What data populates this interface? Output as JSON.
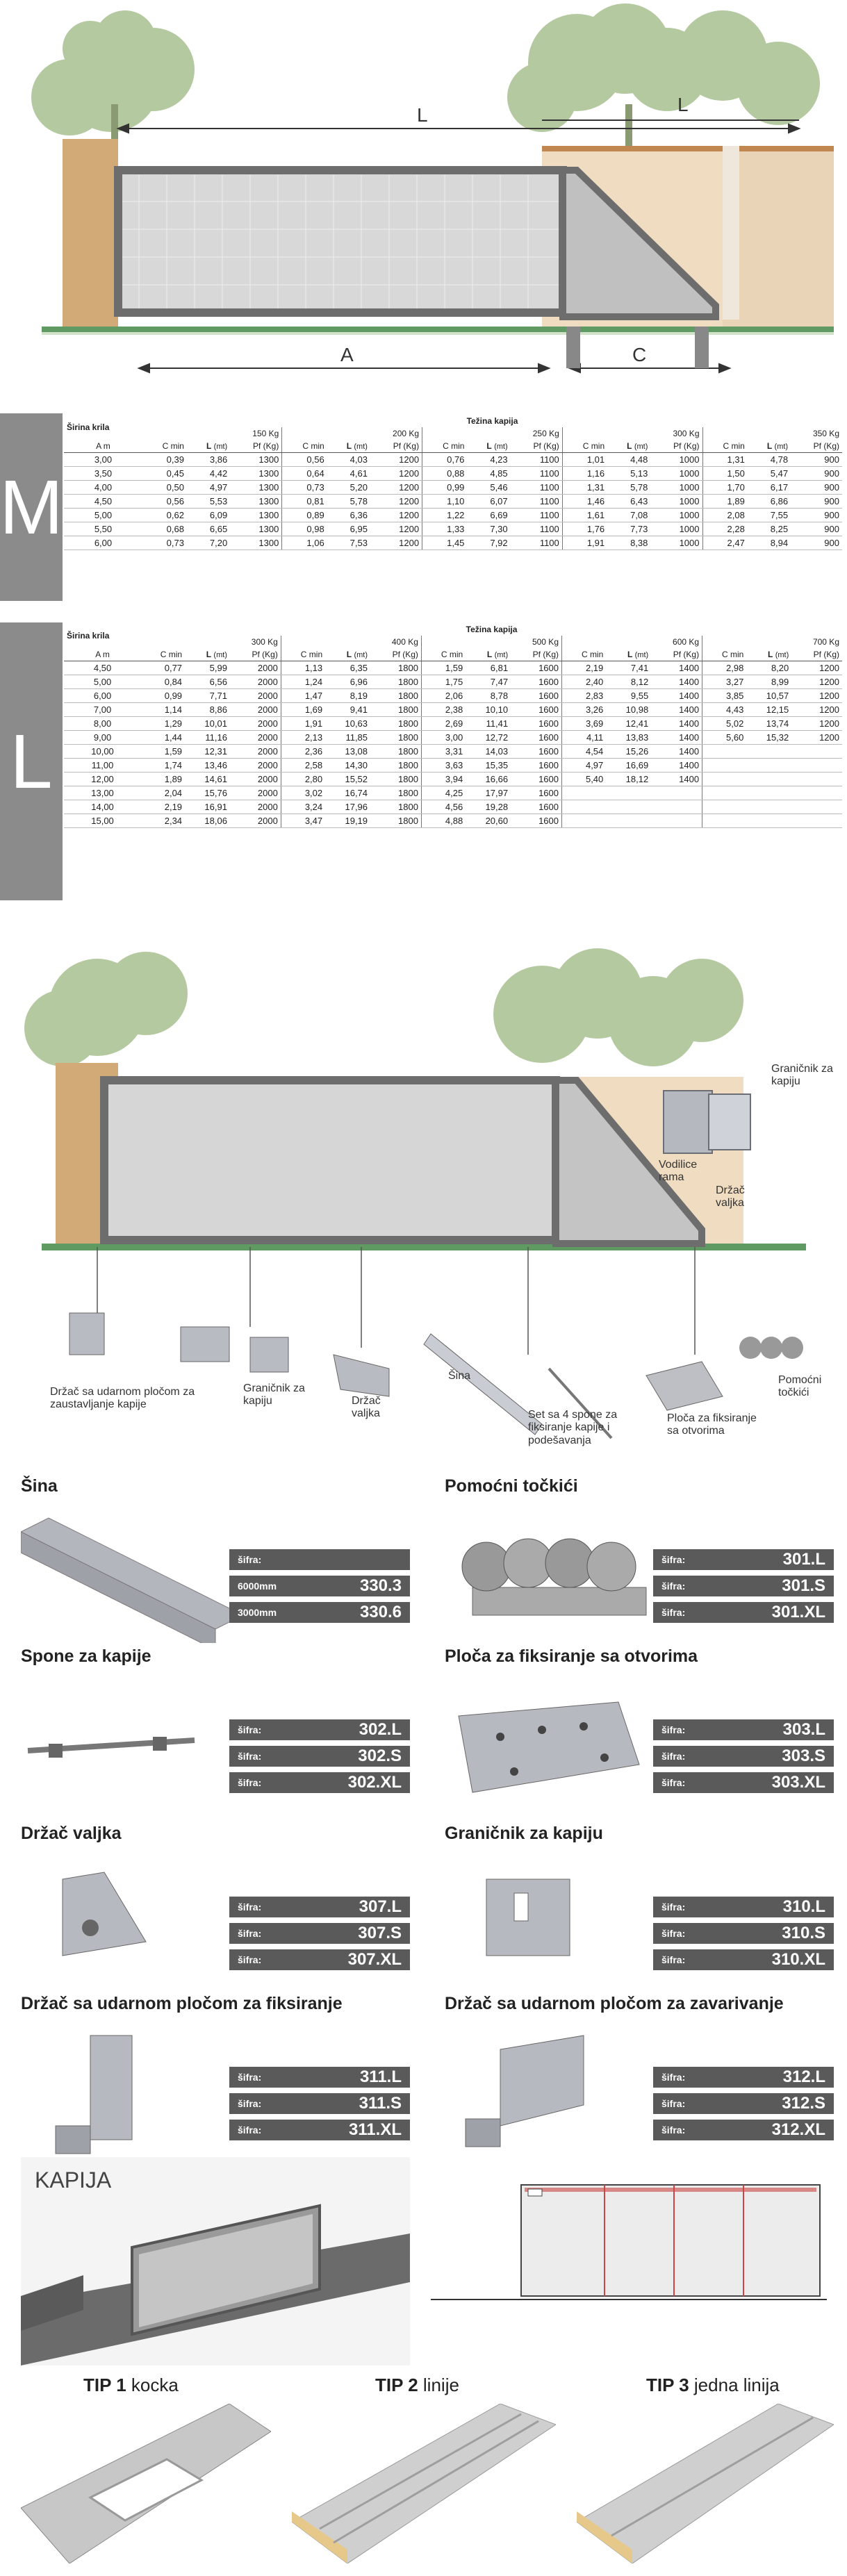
{
  "diagram_top": {
    "label_L1": "L",
    "label_L2": "L",
    "label_A": "A",
    "label_C": "C"
  },
  "table_M": {
    "size": "M",
    "col_first": "Širina krila",
    "group_title": "Težina kapija",
    "weights": [
      "150 Kg",
      "200 Kg",
      "250 Kg",
      "300 Kg",
      "350 Kg"
    ],
    "sub": {
      "am": "A m",
      "c": "C min",
      "l": "L",
      "l_unit": "(mt)",
      "pf": "Pf (Kg)"
    },
    "rows": [
      [
        "3,00",
        "0,39",
        "3,86",
        "1300",
        "0,56",
        "4,03",
        "1200",
        "0,76",
        "4,23",
        "1100",
        "1,01",
        "4,48",
        "1000",
        "1,31",
        "4,78",
        "900"
      ],
      [
        "3,50",
        "0,45",
        "4,42",
        "1300",
        "0,64",
        "4,61",
        "1200",
        "0,88",
        "4,85",
        "1100",
        "1,16",
        "5,13",
        "1000",
        "1,50",
        "5,47",
        "900"
      ],
      [
        "4,00",
        "0,50",
        "4,97",
        "1300",
        "0,73",
        "5,20",
        "1200",
        "0,99",
        "5,46",
        "1100",
        "1,31",
        "5,78",
        "1000",
        "1,70",
        "6,17",
        "900"
      ],
      [
        "4,50",
        "0,56",
        "5,53",
        "1300",
        "0,81",
        "5,78",
        "1200",
        "1,10",
        "6,07",
        "1100",
        "1,46",
        "6,43",
        "1000",
        "1,89",
        "6,86",
        "900"
      ],
      [
        "5,00",
        "0,62",
        "6,09",
        "1300",
        "0,89",
        "6,36",
        "1200",
        "1,22",
        "6,69",
        "1100",
        "1,61",
        "7,08",
        "1000",
        "2,08",
        "7,55",
        "900"
      ],
      [
        "5,50",
        "0,68",
        "6,65",
        "1300",
        "0,98",
        "6,95",
        "1200",
        "1,33",
        "7,30",
        "1100",
        "1,76",
        "7,73",
        "1000",
        "2,28",
        "8,25",
        "900"
      ],
      [
        "6,00",
        "0,73",
        "7,20",
        "1300",
        "1,06",
        "7,53",
        "1200",
        "1,45",
        "7,92",
        "1100",
        "1,91",
        "8,38",
        "1000",
        "2,47",
        "8,94",
        "900"
      ]
    ]
  },
  "table_L": {
    "size": "L",
    "col_first": "Širina krila",
    "group_title": "Težina kapija",
    "weights": [
      "300 Kg",
      "400 Kg",
      "500 Kg",
      "600 Kg",
      "700 Kg"
    ],
    "sub": {
      "am": "A m",
      "c": "C min",
      "l": "L",
      "l_unit": "(mt)",
      "pf": "Pf (Kg)"
    },
    "rows": [
      [
        "4,50",
        "0,77",
        "5,99",
        "2000",
        "1,13",
        "6,35",
        "1800",
        "1,59",
        "6,81",
        "1600",
        "2,19",
        "7,41",
        "1400",
        "2,98",
        "8,20",
        "1200"
      ],
      [
        "5,00",
        "0,84",
        "6,56",
        "2000",
        "1,24",
        "6,96",
        "1800",
        "1,75",
        "7,47",
        "1600",
        "2,40",
        "8,12",
        "1400",
        "3,27",
        "8,99",
        "1200"
      ],
      [
        "6,00",
        "0,99",
        "7,71",
        "2000",
        "1,47",
        "8,19",
        "1800",
        "2,06",
        "8,78",
        "1600",
        "2,83",
        "9,55",
        "1400",
        "3,85",
        "10,57",
        "1200"
      ],
      [
        "7,00",
        "1,14",
        "8,86",
        "2000",
        "1,69",
        "9,41",
        "1800",
        "2,38",
        "10,10",
        "1600",
        "3,26",
        "10,98",
        "1400",
        "4,43",
        "12,15",
        "1200"
      ],
      [
        "8,00",
        "1,29",
        "10,01",
        "2000",
        "1,91",
        "10,63",
        "1800",
        "2,69",
        "11,41",
        "1600",
        "3,69",
        "12,41",
        "1400",
        "5,02",
        "13,74",
        "1200"
      ],
      [
        "9,00",
        "1,44",
        "11,16",
        "2000",
        "2,13",
        "11,85",
        "1800",
        "3,00",
        "12,72",
        "1600",
        "4,11",
        "13,83",
        "1400",
        "5,60",
        "15,32",
        "1200"
      ],
      [
        "10,00",
        "1,59",
        "12,31",
        "2000",
        "2,36",
        "13,08",
        "1800",
        "3,31",
        "14,03",
        "1600",
        "4,54",
        "15,26",
        "1400",
        "",
        "",
        ""
      ],
      [
        "11,00",
        "1,74",
        "13,46",
        "2000",
        "2,58",
        "14,30",
        "1800",
        "3,63",
        "15,35",
        "1600",
        "4,97",
        "16,69",
        "1400",
        "",
        "",
        ""
      ],
      [
        "12,00",
        "1,89",
        "14,61",
        "2000",
        "2,80",
        "15,52",
        "1800",
        "3,94",
        "16,66",
        "1600",
        "5,40",
        "18,12",
        "1400",
        "",
        "",
        ""
      ],
      [
        "13,00",
        "2,04",
        "15,76",
        "2000",
        "3,02",
        "16,74",
        "1800",
        "4,25",
        "17,97",
        "1600",
        "",
        "",
        "",
        "",
        "",
        ""
      ],
      [
        "14,00",
        "2,19",
        "16,91",
        "2000",
        "3,24",
        "17,96",
        "1800",
        "4,56",
        "19,28",
        "1600",
        "",
        "",
        "",
        "",
        "",
        ""
      ],
      [
        "15,00",
        "2,34",
        "18,06",
        "2000",
        "3,47",
        "19,19",
        "1800",
        "4,88",
        "20,60",
        "1600",
        "",
        "",
        "",
        "",
        "",
        ""
      ]
    ]
  },
  "diagram_parts": {
    "granicnik_kapiju": "Graničnik za kapiju",
    "vodilice_rama": "Vodilice rama",
    "drzac_valjka_r": "Držač valjka",
    "drzac_udarnom": "Držač sa udarnom pločom za zaustavljanje kapije",
    "granicnik_za_kapiju": "Graničnik za kapiju",
    "drzac_valjka": "Držač valjka",
    "sina": "Šina",
    "set_spone": "Set sa 4 spone za fiksiranje kapije i podešavanja",
    "ploca_fiksiranje": "Ploča za fiksiranje sa otvorima",
    "pomocni_tockici": "Pomoćni točkići"
  },
  "products": [
    {
      "title": "Šina",
      "codes": [
        {
          "k": "šifra:",
          "v": ""
        },
        {
          "k": "6000mm",
          "v": "330.3"
        },
        {
          "k": "3000mm",
          "v": "330.6"
        }
      ]
    },
    {
      "title": "Pomoćni točkići",
      "codes": [
        {
          "k": "šifra:",
          "v": "301.L"
        },
        {
          "k": "šifra:",
          "v": "301.S"
        },
        {
          "k": "šifra:",
          "v": "301.XL"
        }
      ]
    },
    {
      "title": "Spone za kapije",
      "codes": [
        {
          "k": "šifra:",
          "v": "302.L"
        },
        {
          "k": "šifra:",
          "v": "302.S"
        },
        {
          "k": "šifra:",
          "v": "302.XL"
        }
      ]
    },
    {
      "title": "Ploča za fiksiranje sa otvorima",
      "codes": [
        {
          "k": "šifra:",
          "v": "303.L"
        },
        {
          "k": "šifra:",
          "v": "303.S"
        },
        {
          "k": "šifra:",
          "v": "303.XL"
        }
      ]
    },
    {
      "title": "Držač valjka",
      "codes": [
        {
          "k": "šifra:",
          "v": "307.L"
        },
        {
          "k": "šifra:",
          "v": "307.S"
        },
        {
          "k": "šifra:",
          "v": "307.XL"
        }
      ]
    },
    {
      "title": "Graničnik za kapiju",
      "codes": [
        {
          "k": "šifra:",
          "v": "310.L"
        },
        {
          "k": "šifra:",
          "v": "310.S"
        },
        {
          "k": "šifra:",
          "v": "310.XL"
        }
      ]
    },
    {
      "title": "Držač sa udarnom pločom za fiksiranje",
      "codes": [
        {
          "k": "šifra:",
          "v": "311.L"
        },
        {
          "k": "šifra:",
          "v": "311.S"
        },
        {
          "k": "šifra:",
          "v": "311.XL"
        }
      ]
    },
    {
      "title": "Držač sa udarnom pločom za zavarivanje",
      "codes": [
        {
          "k": "šifra:",
          "v": "312.L"
        },
        {
          "k": "šifra:",
          "v": "312.S"
        },
        {
          "k": "šifra:",
          "v": "312.XL"
        }
      ]
    }
  ],
  "kapija": {
    "title": "KAPIJA"
  },
  "tips": [
    {
      "bold": "TIP 1",
      "text": "kocka"
    },
    {
      "bold": "TIP 2",
      "text": "linije"
    },
    {
      "bold": "TIP 3",
      "text": "jedna linija"
    }
  ],
  "colors": {
    "frame": "#6d6d6d",
    "mesh": "#cfcfcf",
    "tree": "#9fb886",
    "ground": "#6aa36a",
    "wall": "#c79f6a",
    "code_bg": "#5a5a5a",
    "size_box": "#8b8b8b"
  }
}
